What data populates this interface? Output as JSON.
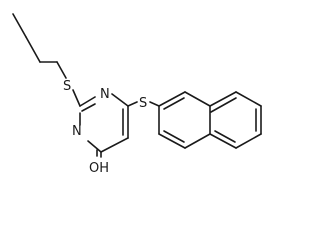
{
  "molecule": {
    "atoms": [
      {
        "id": "S1",
        "label": "S"
      },
      {
        "id": "N1",
        "label": "N"
      },
      {
        "id": "N2",
        "label": "N"
      },
      {
        "id": "S2",
        "label": "S"
      },
      {
        "id": "O1",
        "label": "OH"
      }
    ]
  }
}
